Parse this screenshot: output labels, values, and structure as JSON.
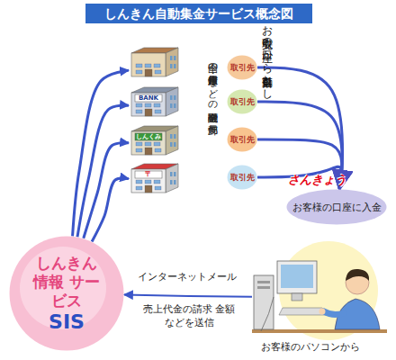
{
  "diagram": {
    "title": "しんきん自動集金サービス概念図",
    "nodes": [
      {
        "text": []
      },
      {
        "text": [
          "BANK"
        ]
      },
      {
        "text": [
          "しんくみ"
        ]
      },
      {
        "text": [
          "〒"
        ]
      },
      {
        "text": [
          "取引先"
        ]
      },
      {
        "text": [
          "取引先"
        ]
      },
      {
        "text": [
          "取引先"
        ]
      },
      {
        "text": [
          "取引先"
        ]
      },
      {
        "text": [
          "さんきょう",
          "お客様の口座に入金"
        ]
      },
      {
        "text": [
          "しんきん 情報 サービス",
          "SIS"
        ]
      },
      {
        "text": [
          "お客様のパソコンから"
        ]
      }
    ],
    "edges": [
      {
        "from": 9,
        "to": 0,
        "arrow": "to"
      },
      {
        "from": 9,
        "to": 1,
        "arrow": "to"
      },
      {
        "from": 9,
        "to": 2,
        "arrow": "to"
      },
      {
        "from": 9,
        "to": 3,
        "arrow": "to"
      },
      {
        "from": 4,
        "to": 8,
        "arrow": "to"
      },
      {
        "from": 5,
        "to": 8,
        "arrow": "to"
      },
      {
        "from": 6,
        "to": 8,
        "arrow": "to"
      },
      {
        "from": 7,
        "to": 8,
        "arrow": "to"
      },
      {
        "from": 10,
        "to": 9,
        "arrow": "to",
        "label": "インターネットメール"
      }
    ],
    "labels": [
      "全国の銀行・信用金庫 などの金融機関や郵便局",
      "お取引先の口座から自動引落とし",
      "売上代金の請求 金額などを送信"
    ]
  }
}
